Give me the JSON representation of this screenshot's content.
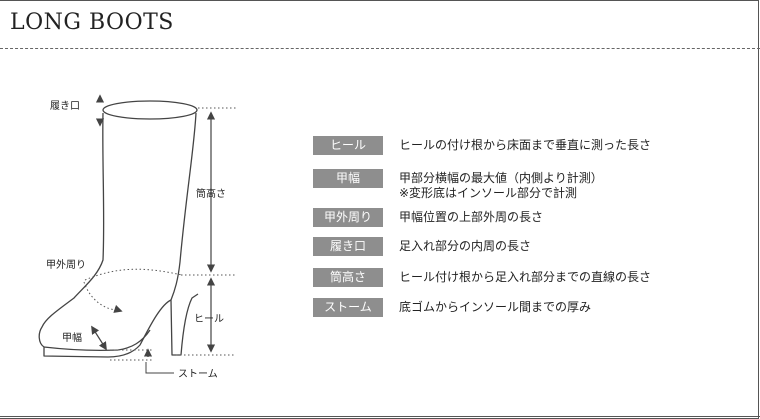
{
  "header": {
    "title": "LONG BOOTS"
  },
  "diagram_labels": {
    "opening": "履き口",
    "shaft_height": "筒高さ",
    "instep_girth": "甲外周り",
    "heel": "ヒール",
    "width": "甲幅",
    "storm": "ストーム"
  },
  "legend": [
    {
      "term": "ヒール",
      "lines": [
        "ヒールの付け根から床面まで垂直に測った長さ"
      ]
    },
    {
      "term": "甲幅",
      "lines": [
        "甲部分横幅の最大値（内側より計測）",
        "※変形底はインソール部分で計測"
      ]
    },
    {
      "term": "甲外周り",
      "lines": [
        "甲幅位置の上部外周の長さ"
      ]
    },
    {
      "term": "履き口",
      "lines": [
        "足入れ部分の内周の長さ"
      ]
    },
    {
      "term": "筒高さ",
      "lines": [
        "ヒール付け根から足入れ部分までの直線の長さ"
      ]
    },
    {
      "term": "ストーム",
      "lines": [
        "底ゴムからインソール間までの厚み"
      ]
    }
  ],
  "colors": {
    "badge": "#8e8e8e",
    "line": "#333333",
    "dotted": "#555555"
  }
}
